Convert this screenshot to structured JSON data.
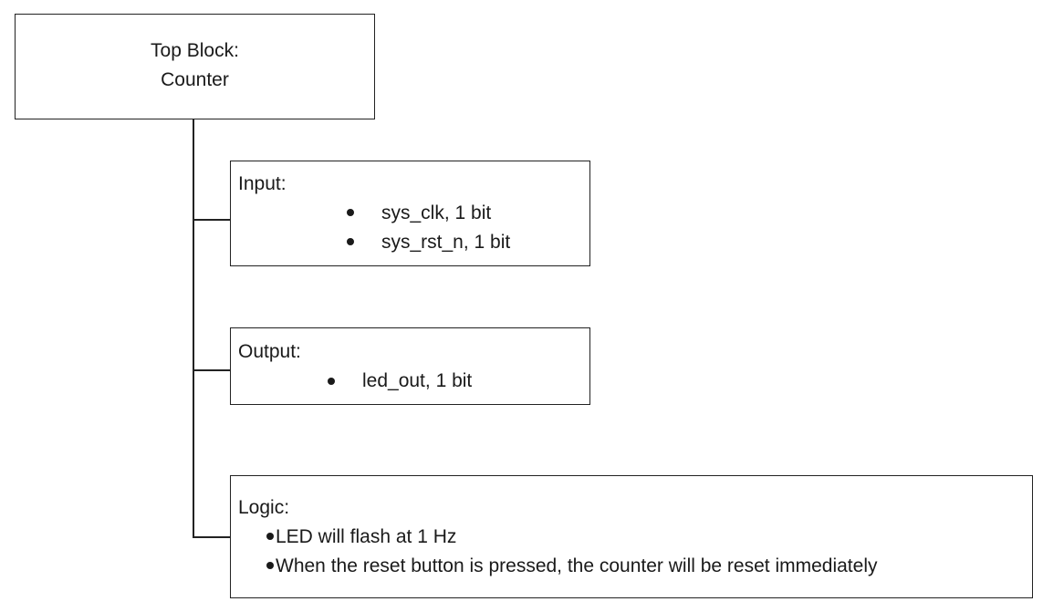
{
  "top_block": {
    "title": "Top Block:",
    "name": "Counter"
  },
  "input": {
    "heading": "Input:",
    "items": [
      "sys_clk, 1 bit",
      "sys_rst_n, 1 bit"
    ]
  },
  "output": {
    "heading": "Output:",
    "items": [
      "led_out, 1 bit"
    ]
  },
  "logic": {
    "heading": "Logic:",
    "items": [
      "LED will flash at 1 Hz",
      "When the reset button is pressed, the counter will be reset immediately"
    ]
  }
}
